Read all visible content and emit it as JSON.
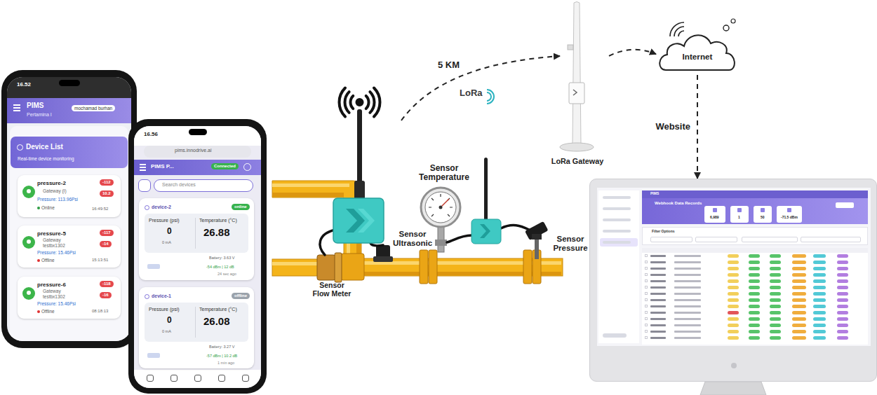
{
  "diagram": {
    "nodes": [
      {
        "text": [
          "16.52",
          "PIMS",
          "Pertamina I",
          "mochamad burhan"
        ]
      },
      {
        "text": [
          "Device List",
          "Real-time device monitoring"
        ],
        "in": 0
      },
      {
        "text": [
          "pressure-2",
          "-112",
          "10.2",
          "Gateway (I)",
          "Pressure: 113.96Psi",
          "Online",
          "16:49:52"
        ],
        "in": 0
      },
      {
        "text": [
          "pressure-5",
          "-117",
          "-14",
          "Gateway",
          "testbx1302",
          "Pressure: 15.46Psi",
          "Offline",
          "15:13:51"
        ],
        "in": 0
      },
      {
        "text": [
          "pressure-6",
          "-118",
          "-16",
          "Gateway",
          "testbx1302",
          "Pressure: 15.46Psi",
          "Offline",
          "08:18:13"
        ],
        "in": 0
      },
      {
        "text": [
          "16.56",
          "pims.innodrive.ai",
          "PIMS P...",
          "Connected",
          "Search devices"
        ]
      },
      {
        "text": [
          "device-2",
          "online",
          "Pressure (psi)",
          "0",
          "0 mA",
          "Temperature (°C)",
          "26.88",
          "Battery: 3.63 V",
          "-54 dBm | 12 dB",
          "24 sec ago"
        ],
        "in": 5
      },
      {
        "text": [
          "device-1",
          "offline",
          "Pressure (psi)",
          "0",
          "0 mA",
          "Temperature (°C)",
          "26.08",
          "Battery: 3.27 V",
          "-57 dBm | 10.2 dB",
          "1 min ago"
        ],
        "in": 5
      },
      {
        "text": [
          "LoRa Gateway"
        ]
      },
      {
        "text": [
          "Internet"
        ]
      },
      {
        "text": [
          "PIMS",
          "Webhook Data Records",
          "6,989",
          "1",
          "50",
          "-71.5 dBm",
          "Filter Options"
        ]
      }
    ],
    "edges": [
      {
        "from": 8,
        "to": 9,
        "arrow": "to"
      },
      {
        "from": 9,
        "to": 10,
        "label": "Website",
        "arrow": "to"
      }
    ],
    "labels": [
      "5 KM",
      "LoRa",
      "Sensor Temperature",
      "Sensor Ultrasonic",
      "Sensor Pressure",
      "Sensor Flow Meter"
    ]
  }
}
